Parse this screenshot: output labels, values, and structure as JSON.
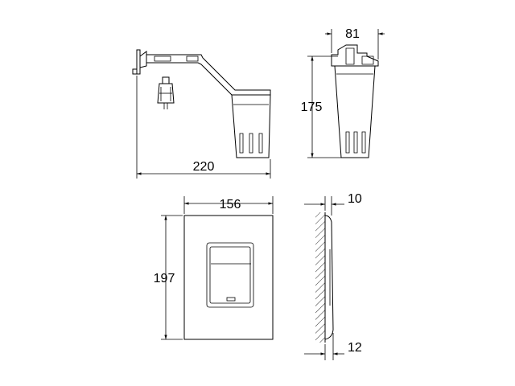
{
  "dimensions": {
    "bracket_width": "220",
    "container_width": "81",
    "container_height": "175",
    "plate_width": "156",
    "plate_height": "197",
    "plate_depth_top": "10",
    "plate_depth_bottom": "12"
  }
}
